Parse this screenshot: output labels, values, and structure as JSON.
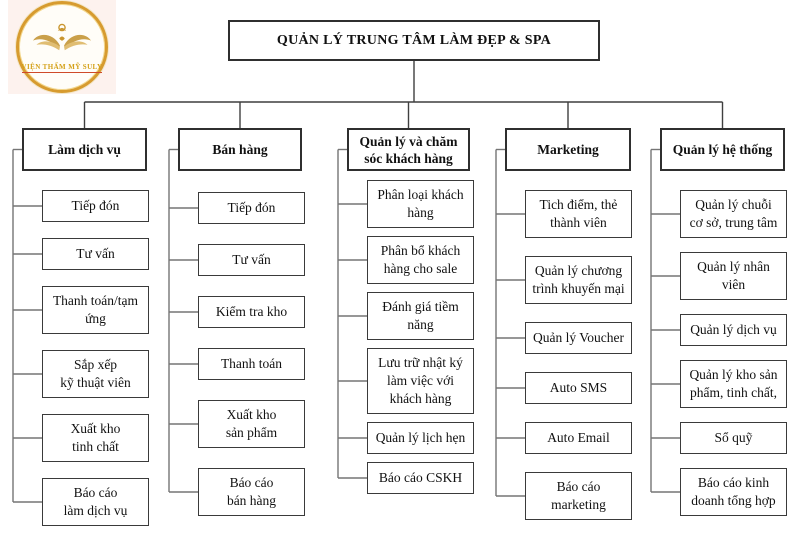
{
  "logo": {
    "name": "VIỆN THẨM MỸ SULY"
  },
  "root": {
    "title": "QUẢN LÝ TRUNG TÂM LÀM ĐẸP & SPA"
  },
  "columns": [
    {
      "header": "Làm dịch vụ",
      "children": [
        "Tiếp đón",
        "Tư vấn",
        "Thanh toán/tạm\nứng",
        "Sắp xếp\nkỹ thuật viên",
        "Xuất kho\ntinh chất",
        "Báo cáo\nlàm dịch vụ"
      ]
    },
    {
      "header": "Bán hàng",
      "children": [
        "Tiếp đón",
        "Tư vấn",
        "Kiểm tra kho",
        "Thanh toán",
        "Xuất kho\nsản phẩm",
        "Báo cáo\nbán hàng"
      ]
    },
    {
      "header": "Quản lý và chăm\nsóc khách hàng",
      "children": [
        "Phân loại khách\nhàng",
        "Phân bổ khách\nhàng cho sale",
        "Đánh giá tiềm\nnăng",
        "Lưu trữ nhật ký\nlàm việc với\nkhách hàng",
        "Quản lý lịch hẹn",
        "Báo cáo CSKH"
      ]
    },
    {
      "header": "Marketing",
      "children": [
        "Tich điểm, thẻ\nthành viên",
        "Quản lý chương\ntrình khuyến mại",
        "Quản lý Voucher",
        "Auto SMS",
        "Auto Email",
        "Báo cáo\nmarketing"
      ]
    },
    {
      "header": "Quản lý hệ thống",
      "children": [
        "Quản lý chuỗi\ncơ sở, trung tâm",
        "Quản lý nhân\nviên",
        "Quản lý dịch vụ",
        "Quản lý kho sản\nphẩm, tinh chất,",
        "Sổ quỹ",
        "Báo cáo kinh\ndoanh tổng hợp"
      ]
    }
  ],
  "colors": {
    "tree_line": "#3f3f3f",
    "branch_line": "#757575",
    "box_border": "#2f2f2f",
    "logo_gold": "#d4a017"
  }
}
